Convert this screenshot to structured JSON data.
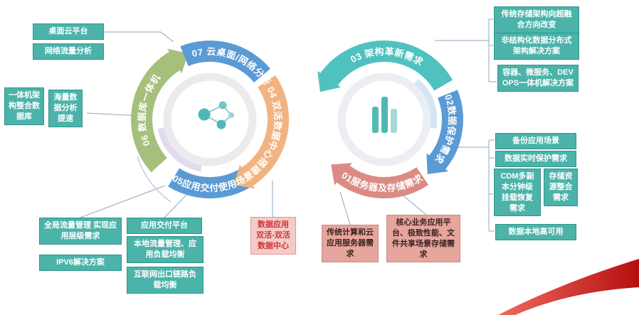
{
  "rings": {
    "left": {
      "s07": "07 云桌面/网络分析",
      "s06": "06 数据库一体机",
      "s05": "05应用交付使用场景",
      "s04": "04 双活数据中心搭建"
    },
    "right": {
      "s03": "03 架构革新需求",
      "s02": "02数据保护需求",
      "s01": "01服务器及存储需求"
    }
  },
  "callouts": {
    "desktop_cloud_platform": "桌面云平台",
    "network_traffic_analysis": "网络流量分析",
    "allinone_db": "一体机架构整合数据库",
    "massive_data_speedup": "海量数据分析提速",
    "global_traffic": "全局流量管理 实现应用层级需求",
    "ipv6": "IPV6解决方案",
    "app_delivery_platform": "应用交付平台",
    "local_traffic_lb": "本地流量管理、应用负载均衡",
    "internet_link_lb": "互联网出口链路负载均衡",
    "dual_active_dc": "数据应用双活-双活数据中心",
    "traditional_cloud_server": "传统计算和云应用服务器需求",
    "core_business_storage": "核心业务应用平台、极致性能、文件共享场景存储需求",
    "storage_to_hci": "传统存储架构向超融合方向改变",
    "unstructured_distributed": "非结构化数据分布式架构解决方案",
    "container_devops": "容器、微服务、DEVOPS一体机解决方案",
    "backup_scenario": "备份应用场景",
    "realtime_protection": "数据实时保护需求",
    "cdm_recovery": "CDM多副本分钟级挂载恢复需求",
    "storage_consolidation": "存储资源整合需求",
    "local_ha": "数据本地高可用"
  },
  "icons": {
    "left_center": "network-nodes-icon",
    "right_center": "bar-chart-icon"
  },
  "colors": {
    "teal_box": "#4bb3aa",
    "pink_box": "#f4cbc9",
    "salmon_box": "#e6a59d",
    "arc_blue": "#5b9bd5",
    "arc_green": "#a6bf7d",
    "arc_orange": "#f2b381",
    "arc_teal": "#4fc2c0",
    "arc_salmon": "#dc8b84",
    "swoosh_red": "#b50f0f"
  }
}
